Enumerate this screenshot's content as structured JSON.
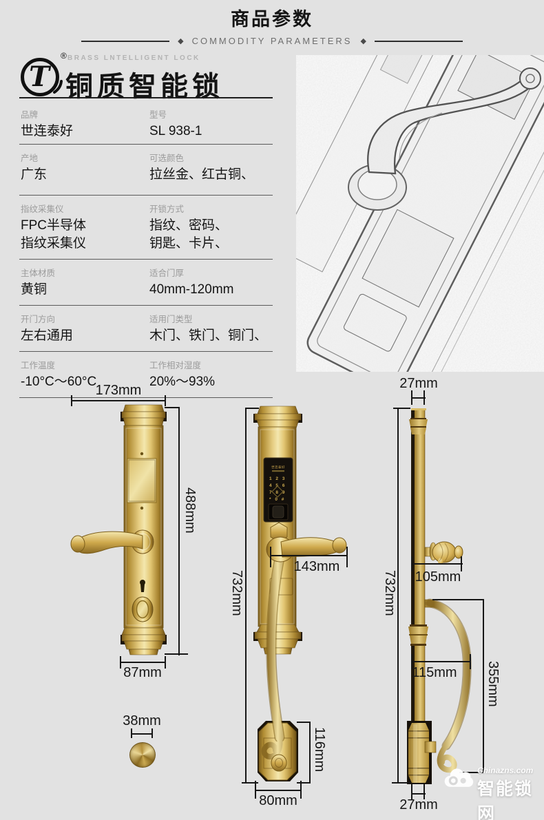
{
  "header": {
    "title": "商品参数",
    "subtitle": "COMMODITY PARAMETERS",
    "diamond": "◆"
  },
  "brand": {
    "registered": "®",
    "logo_letter": "T",
    "tagline_en": "BRASS LNTELLIGENT LOCK",
    "title_cn": "铜质智能锁"
  },
  "specs": {
    "rows": [
      {
        "cells": [
          {
            "label": "品牌",
            "value": "世连泰好"
          },
          {
            "label": "型号",
            "value": "SL 938-1"
          }
        ]
      },
      {
        "cells": [
          {
            "label": "产地",
            "value": "广东"
          },
          {
            "label": "可选颜色",
            "value": "拉丝金、红古铜、"
          }
        ]
      },
      {
        "cells": [
          {
            "label": "指纹采集仪",
            "value": "FPC半导体\n指纹采集仪"
          },
          {
            "label": "开锁方式",
            "value": "指纹、密码、\n钥匙、卡片、"
          }
        ]
      },
      {
        "cells": [
          {
            "label": "主体材质",
            "value": "黄铜"
          },
          {
            "label": "适合门厚",
            "value": "40mm-120mm"
          }
        ]
      },
      {
        "cells": [
          {
            "label": "开门方向",
            "value": "左右通用"
          },
          {
            "label": "适用门类型",
            "value": "木门、铁门、铜门、"
          }
        ]
      },
      {
        "cells": [
          {
            "label": "工作温度",
            "value": "-10°C～60°C"
          },
          {
            "label": "工作相对湿度",
            "value": "20%～93%"
          }
        ]
      }
    ]
  },
  "keypad": {
    "brand": "世连泰好",
    "rows": [
      "1 2 3",
      "4 5 6",
      "7 8 9",
      "* 0 #"
    ]
  },
  "dimensions": {
    "front_width": "173mm",
    "front_height": "488mm",
    "plate_width": "87mm",
    "cylinder_diameter": "38mm",
    "outer_height": "732mm",
    "handle_length": "143mm",
    "lower_plate_height": "116mm",
    "lower_plate_width": "80mm",
    "side_top_depth": "27mm",
    "side_height": "732mm",
    "lever_depth": "105mm",
    "grip_depth": "115mm",
    "grip_height": "355mm",
    "side_bottom_depth": "27mm"
  },
  "watermark": {
    "site": "Chinazns.com",
    "name": "智能锁网"
  },
  "colors": {
    "brass_dark": "#8a6a22",
    "brass_mid": "#c9a445",
    "brass_light": "#f2e2a4",
    "line": "#161616",
    "bg": "#e2e2e2"
  }
}
